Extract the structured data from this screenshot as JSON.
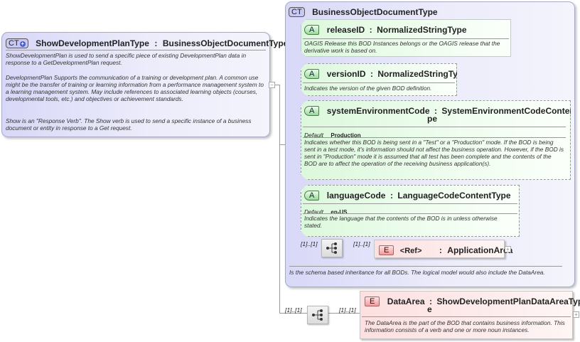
{
  "root": {
    "badge": "CT",
    "badge_icon": "plus-icon",
    "name": "ShowDevelopmentPlanType",
    "separator": ":",
    "base_type": "BusinessObjectDocumentType",
    "description_1": "ShowDevelopmentPlan is used to send a specific piece of existing DevelopmentPlan data in response to a GetDevelopmentPlan request.",
    "description_2": "DevelopmentPlan  Supports the communication of a training or development plan. A common use might be the transfer of training or learning information from a performance management system to a learning management system. May include references to associated learning objects (courses, developmental tools, etc.) and objectives or achievement standards.",
    "description_3": "Show is an \"Response Verb\". The Show verb is used to send a specific instance of a business document or entity in response to a Get request.",
    "collapse_icon": "minus-icon"
  },
  "base": {
    "badge": "CT",
    "name": "BusinessObjectDocumentType",
    "description": "Is the schema based inheritance for all BODs. The logical model would also include the DataArea.",
    "attributes": [
      {
        "badge": "A",
        "name": "releaseID",
        "separator": ":",
        "type": "NormalizedStringType",
        "optional": false,
        "description": "OAGIS Release this BOD Instances belongs or the OAGIS release that the derivative work is based on."
      },
      {
        "badge": "A",
        "name": "versionID",
        "separator": ":",
        "type": "NormalizedStringType",
        "optional": true,
        "description": "Indicates the version of the given BOD definition."
      },
      {
        "badge": "A",
        "name": "systemEnvironmentCode",
        "separator": ":",
        "type_line1": "SystemEnvironmentCodeContentTy",
        "type_line2": "pe",
        "optional": true,
        "default_label": "Default",
        "default_value": "Production",
        "description": "Indicates whether this BOD is being sent in a \"Test\" or a \"Production\" mode. If the BOD is being sent in a test mode, it's information should not affect the business operation. However, if the BOD is sent in \"Production\" mode it is assumed that all test has been complete and the contents of the BOD are to affect the operation of the receiving business application(s)."
      },
      {
        "badge": "A",
        "name": "languageCode",
        "separator": ":",
        "type": "LanguageCodeContentType",
        "optional": true,
        "default_label": "Default",
        "default_value": "en-US",
        "description": "Indicates the language that the contents of the BOD is in unless otherwise stated."
      }
    ],
    "sequence": {
      "cardinality_in": "[1]..[1]",
      "icon": "sequence-icon",
      "cardinality_out": "[1]..[1]"
    },
    "application_area": {
      "badge": "E",
      "ref": "<Ref>",
      "separator": ":",
      "name": "ApplicationArea",
      "expand_icon": "plus-icon"
    }
  },
  "data_area": {
    "cardinality_in": "[1]..[1]",
    "sequence_icon": "sequence-icon",
    "cardinality_out": "[1]..[1]",
    "badge": "E",
    "name": "DataArea",
    "separator": ":",
    "type_line1": "ShowDevelopmentPlanDataAreaTyp",
    "type_line2": "e",
    "description": "The DataArea is the part of the BOD that contains business information. This information consists of a verb and one or more noun instances.",
    "expand_icon": "plus-icon"
  }
}
